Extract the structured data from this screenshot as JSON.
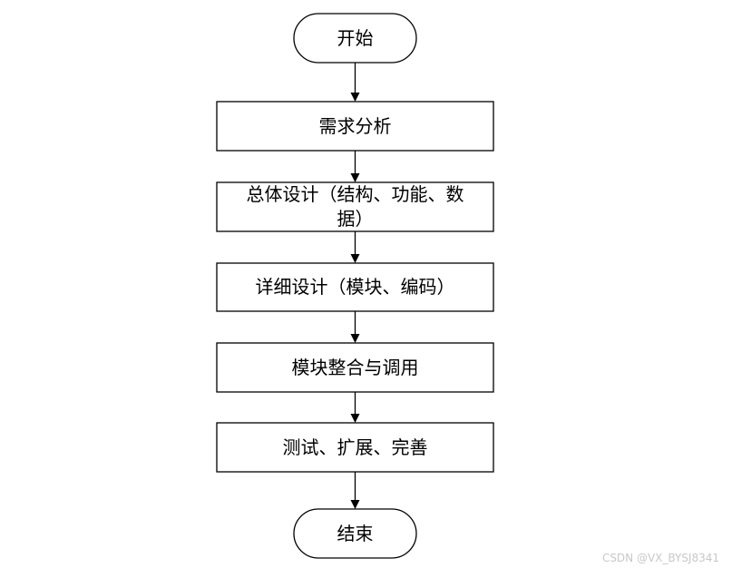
{
  "flowchart": {
    "start": "开始",
    "steps": [
      {
        "lines": [
          "需求分析"
        ]
      },
      {
        "lines": [
          "总体设计（结构、功能、数",
          "据）"
        ]
      },
      {
        "lines": [
          "详细设计（模块、编码）"
        ]
      },
      {
        "lines": [
          "模块整合与调用"
        ]
      },
      {
        "lines": [
          "测试、扩展、完善"
        ]
      }
    ],
    "end": "结束"
  },
  "watermark": "CSDN @VX_BYSJ8341"
}
